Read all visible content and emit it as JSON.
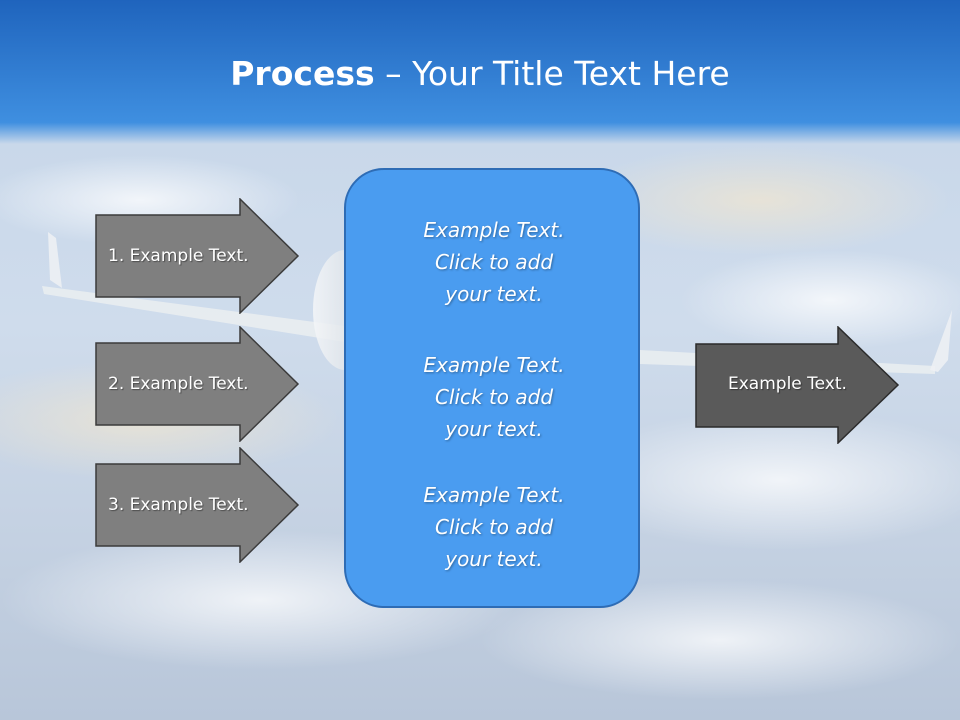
{
  "title": {
    "bold": "Process",
    "rest": " – Your Title Text Here"
  },
  "left_arrows": [
    {
      "label": "1. Example Text."
    },
    {
      "label": "2. Example Text."
    },
    {
      "label": "3. Example Text."
    }
  ],
  "center_box": {
    "paragraphs": [
      {
        "lines": [
          "Example Text.",
          "Click  to add",
          "your text."
        ]
      },
      {
        "lines": [
          "Example Text.",
          "Click  to add",
          "your text."
        ]
      },
      {
        "lines": [
          "Example Text.",
          "Click  to add",
          "your text."
        ]
      }
    ]
  },
  "right_arrow": {
    "label": "Example Text."
  },
  "colors": {
    "sky_top": "#1f6bc4",
    "center_fill": "#4a9cf0",
    "center_border": "#2e6cb5",
    "left_arrow_fill": "#7f7f7f",
    "right_arrow_fill": "#5a5a5a"
  }
}
